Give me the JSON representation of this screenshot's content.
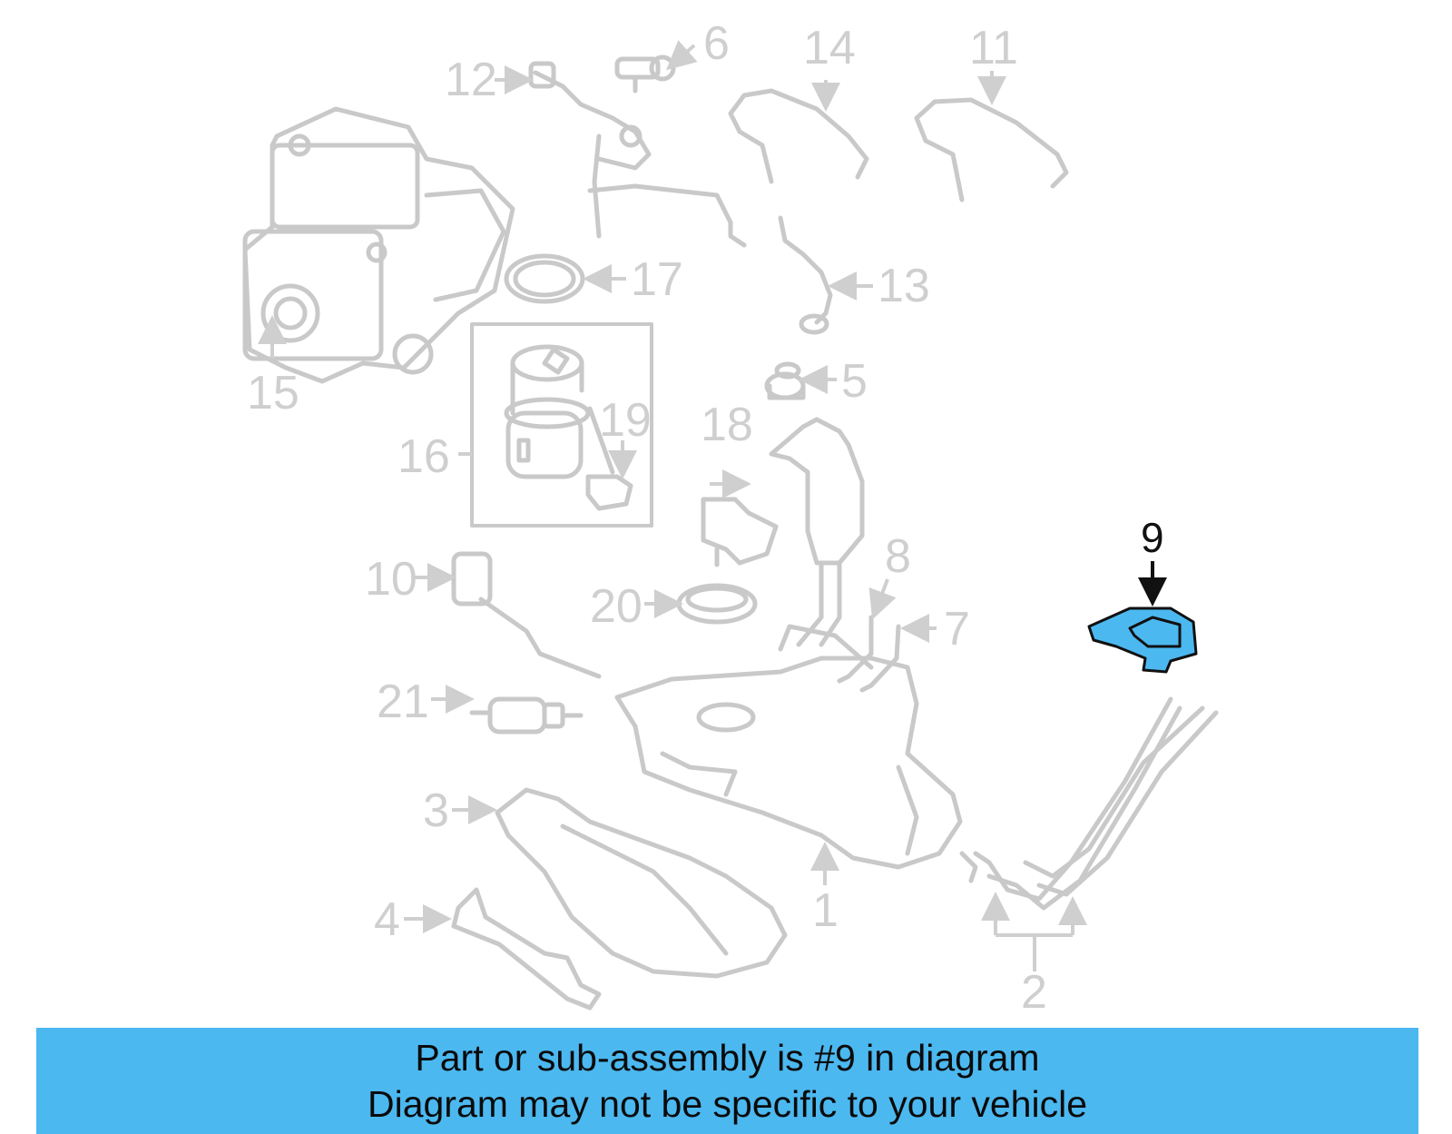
{
  "diagram": {
    "callouts": [
      "1",
      "2",
      "3",
      "4",
      "5",
      "6",
      "7",
      "8",
      "9",
      "10",
      "11",
      "12",
      "13",
      "14",
      "15",
      "16",
      "17",
      "18",
      "19",
      "20",
      "21"
    ],
    "highlighted_callout": "9",
    "highlight_color": "#4cb8f0",
    "muted_color": "#c9c9c9"
  },
  "banner": {
    "line1": "Part or sub-assembly is #9 in diagram",
    "line2": "Diagram may not be specific to your vehicle",
    "background": "#4cb8f0"
  }
}
